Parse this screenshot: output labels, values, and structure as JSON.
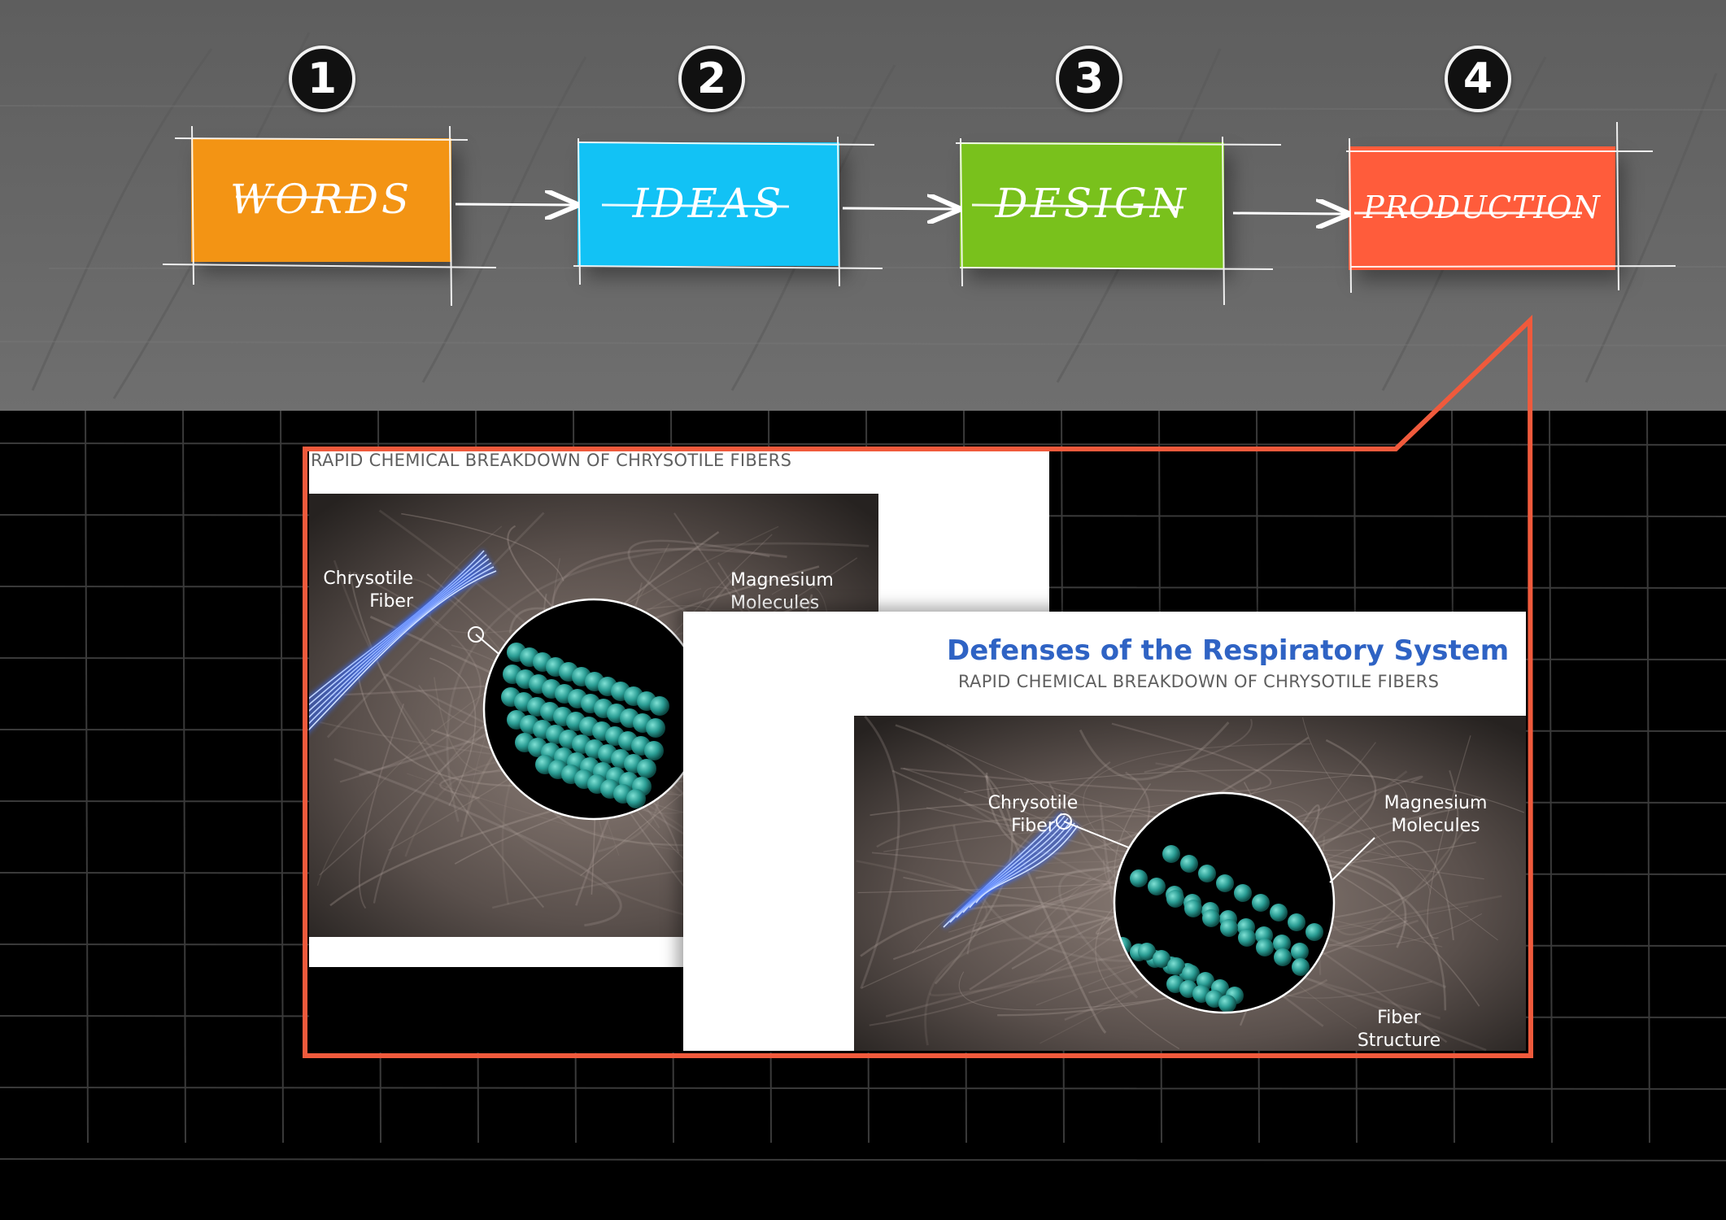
{
  "colors": {
    "words": "#f39414",
    "ideas": "#12c2f5",
    "design": "#79c11c",
    "production": "#ff5c3b",
    "callout": "#f05a3c",
    "slide_title": "#2f63c4",
    "molecule": "#2a9d94"
  },
  "steps": [
    {
      "number": "1",
      "label": "WORDS"
    },
    {
      "number": "2",
      "label": "IDEAS"
    },
    {
      "number": "3",
      "label": "DESIGN"
    },
    {
      "number": "4",
      "label": "PRODUCTION"
    }
  ],
  "slide_back": {
    "subtitle": "RAPID CHEMICAL BREAKDOWN OF CHRYSOTILE FIBERS",
    "label_fiber": "Chrysotile\nFiber",
    "label_magnesium": "Magnesium\nMolecules"
  },
  "slide_front": {
    "title": "Defenses of the Respiratory System",
    "subtitle": "RAPID CHEMICAL BREAKDOWN OF CHRYSOTILE FIBERS",
    "label_fiber": "Chrysotile\nFiber",
    "label_magnesium": "Magnesium\nMolecules",
    "label_structure": "Fiber\nStructure"
  }
}
